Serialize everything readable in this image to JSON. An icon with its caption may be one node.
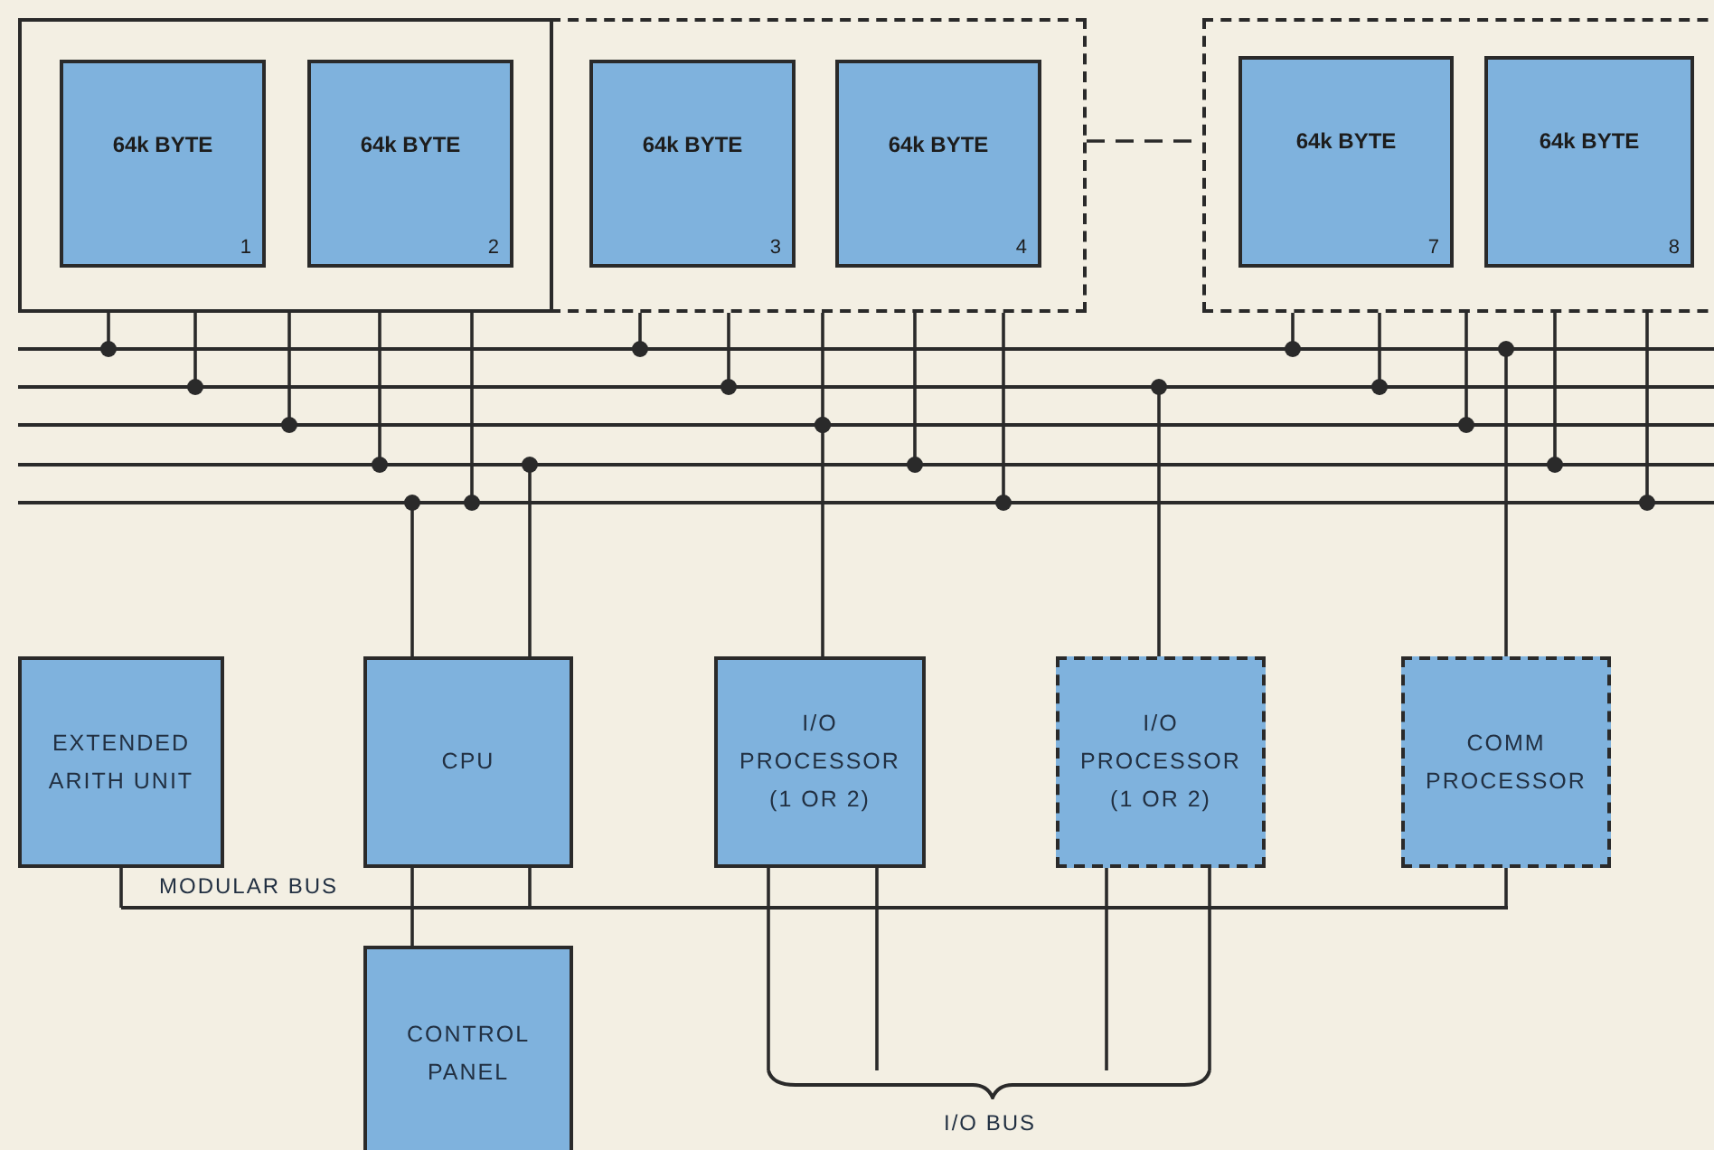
{
  "diagram": {
    "nodes": [
      {
        "text": [],
        "shape": "box"
      },
      {
        "text": [
          "64k BYTE",
          "1"
        ],
        "in": 0
      },
      {
        "text": [
          "64k BYTE",
          "2"
        ],
        "in": 0
      },
      {
        "text": [],
        "shape": "box"
      },
      {
        "text": [
          "64k BYTE",
          "3"
        ],
        "in": 3
      },
      {
        "text": [
          "64k BYTE",
          "4"
        ],
        "in": 3
      },
      {
        "text": [],
        "shape": "box"
      },
      {
        "text": [
          "64k BYTE",
          "7"
        ],
        "in": 6
      },
      {
        "text": [
          "64k BYTE",
          "8"
        ],
        "in": 6
      },
      {
        "text": [],
        "shape": "bar"
      },
      {
        "text": [],
        "shape": "bar"
      },
      {
        "text": [],
        "shape": "bar"
      },
      {
        "text": [],
        "shape": "bar"
      },
      {
        "text": [],
        "shape": "bar"
      },
      {
        "text": [
          "EXTENDED ARITH UNIT"
        ]
      },
      {
        "text": [
          "CPU"
        ]
      },
      {
        "text": [
          "I/O PROCESSOR (1 OR 2)"
        ]
      },
      {
        "text": [
          "I/O PROCESSOR (1 OR 2)"
        ]
      },
      {
        "text": [
          "COMM PROCESSOR"
        ]
      },
      {
        "text": [
          "CONTROL PANEL"
        ]
      },
      {
        "text": [],
        "shape": "bar",
        "beside": [
          "MODULAR BUS"
        ]
      },
      {
        "text": [
          "I/O BUS"
        ]
      }
    ],
    "edges": [
      {
        "from": 0,
        "to": 9,
        "arrow": "other"
      },
      {
        "from": 0,
        "to": 10,
        "arrow": "other"
      },
      {
        "from": 0,
        "to": 11,
        "arrow": "other"
      },
      {
        "from": 0,
        "to": 12,
        "arrow": "other"
      },
      {
        "from": 0,
        "to": 13,
        "arrow": "other"
      },
      {
        "from": 3,
        "to": 9,
        "arrow": "other"
      },
      {
        "from": 3,
        "to": 10,
        "arrow": "other"
      },
      {
        "from": 3,
        "to": 11,
        "arrow": "other"
      },
      {
        "from": 3,
        "to": 12,
        "arrow": "other"
      },
      {
        "from": 3,
        "to": 13,
        "arrow": "other"
      },
      {
        "from": 6,
        "to": 9,
        "arrow": "other"
      },
      {
        "from": 6,
        "to": 10,
        "arrow": "other"
      },
      {
        "from": 6,
        "to": 11,
        "arrow": "other"
      },
      {
        "from": 6,
        "to": 12,
        "arrow": "other"
      },
      {
        "from": 6,
        "to": 13,
        "arrow": "other"
      },
      {
        "from": 15,
        "to": 13,
        "arrow": "other"
      },
      {
        "from": 15,
        "to": 12,
        "arrow": "other"
      },
      {
        "from": 16,
        "to": 11,
        "arrow": "other"
      },
      {
        "from": 17,
        "to": 10,
        "arrow": "other"
      },
      {
        "from": 18,
        "to": 9,
        "arrow": "other"
      },
      {
        "from": 3,
        "to": 6,
        "arrow": "none",
        "style": "dashed"
      },
      {
        "from": 14,
        "to": 20,
        "arrow": "none"
      },
      {
        "from": 15,
        "to": 20,
        "arrow": "none"
      },
      {
        "from": 18,
        "to": 20,
        "arrow": "none"
      },
      {
        "from": 15,
        "to": 19,
        "arrow": "none"
      },
      {
        "from": 16,
        "to": 21,
        "arrow": "none"
      },
      {
        "from": 16,
        "to": 21,
        "arrow": "none"
      },
      {
        "from": 17,
        "to": 21,
        "arrow": "none"
      },
      {
        "from": 17,
        "to": 21,
        "arrow": "none"
      }
    ]
  }
}
